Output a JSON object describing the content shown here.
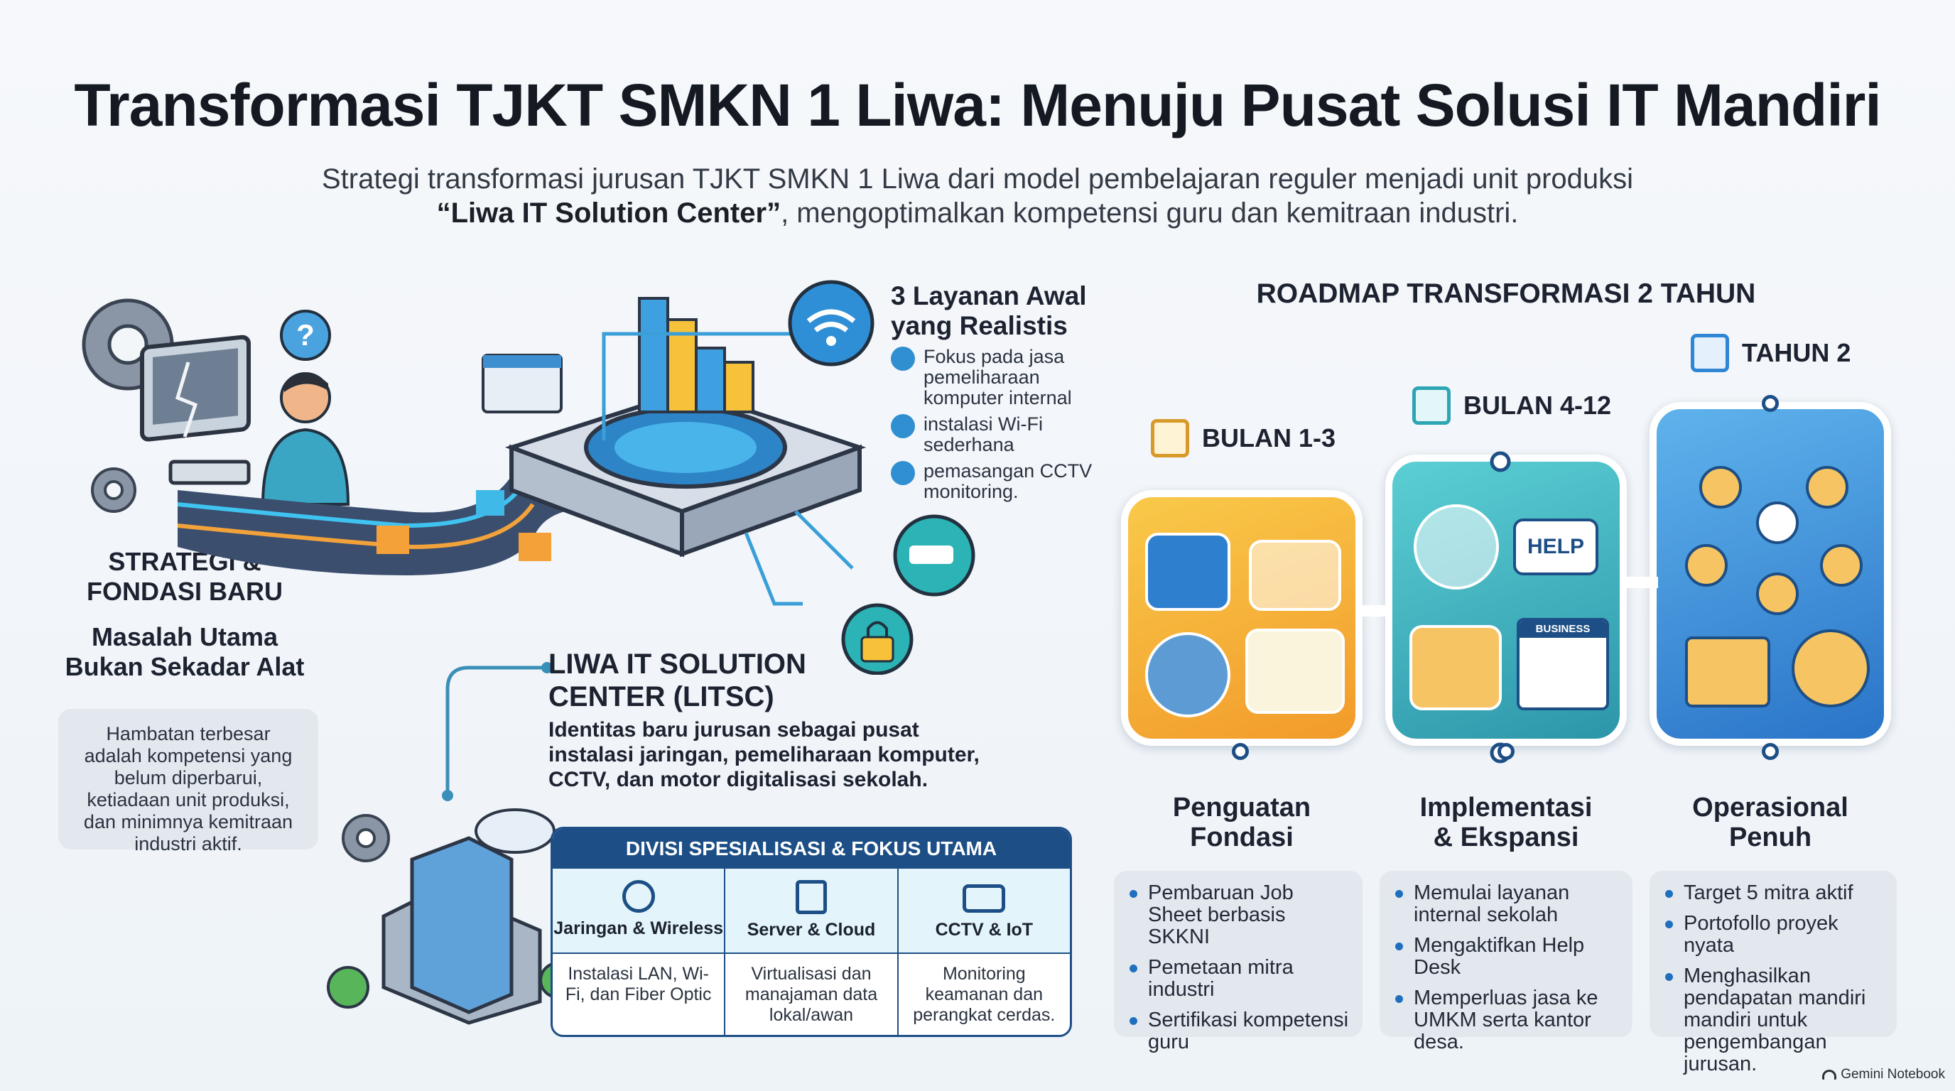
{
  "title": "Transformasi TJKT SMKN 1 Liwa: Menuju Pusat Solusi IT Mandiri",
  "subtitle": {
    "line1": "Strategi transformasi jurusan TJKT SMKN 1 Liwa dari model pembelajaran reguler menjadi unit produksi",
    "line2_bold": "“Liwa IT Solution Center”",
    "line2_rest": ", mengoptimalkan kompetensi guru dan kemitraan industri."
  },
  "strategy": {
    "heading_line1": "STRATEGI &",
    "heading_line2": "FONDASI BARU",
    "problem_line1": "Masalah Utama",
    "problem_line2": "Bukan Sekadar Alat",
    "description": "Hambatan terbesar adalah kompetensi yang belum diperbarui, ketiadaan unit produksi, dan minimnya kemitraan industri aktif."
  },
  "services": {
    "heading_line1": "3 Layanan Awal",
    "heading_line2": "yang Realistis",
    "items": [
      {
        "text": "Fokus pada jasa pemeliharaan komputer internal",
        "icon": "computer-icon"
      },
      {
        "text": "instalasi Wi-Fi sederhana",
        "icon": "wifi-icon"
      },
      {
        "text": "pemasangan CCTV monitoring.",
        "icon": "cctv-icon"
      }
    ]
  },
  "litsc": {
    "heading_line1": "LIWA IT SOLUTION",
    "heading_line2": "CENTER (LITSC)",
    "description": "Identitas baru jurusan sebagai pusat instalasi jaringan, pemeliharaan komputer, CCTV, dan motor digitalisasi sekolah."
  },
  "divisions": {
    "header": "DIVISI SPESIALISASI & FOKUS UTAMA",
    "columns": [
      {
        "name": "Jaringan & Wireless",
        "desc": "Instalasi LAN, Wi-Fi, dan Fiber Optic",
        "icon": "network-icon"
      },
      {
        "name": "Server & Cloud",
        "desc": "Virtualisasi dan manajaman data lokal/awan",
        "icon": "server-icon"
      },
      {
        "name": "CCTV & IoT",
        "desc": "Monitoring keamanan dan perangkat cerdas.",
        "icon": "cctv-lock-icon"
      }
    ]
  },
  "roadmap": {
    "heading": "ROADMAP TRANSFORMASI 2 TAHUN",
    "phases": [
      {
        "period": "BULAN 1-3",
        "name_line1": "Penguatan",
        "name_line2": "Fondasi",
        "bullets": [
          "Pembaruan Job Sheet berbasis SKKNI",
          "Pemetaan mitra industri",
          "Sertifikasi kompetensi guru"
        ]
      },
      {
        "period": "BULAN 4-12",
        "name_line1": "Implementasi",
        "name_line2": "& Ekspansi",
        "bullets": [
          "Memulai layanan internal sekolah",
          "Mengaktifkan Help Desk",
          "Memperluas jasa ke UMKM serta kantor desa."
        ],
        "help_label": "HELP",
        "business_label": "BUSINESS"
      },
      {
        "period": "TAHUN 2",
        "name_line1": "Operasional",
        "name_line2": "Penuh",
        "bullets": [
          "Target 5 mitra aktif",
          "Portofollo proyek nyata",
          "Menghasilkan pendapatan mandiri mandiri untuk pengembangan jurusan."
        ]
      }
    ]
  },
  "branding": "Gemini Notebook",
  "colors": {
    "phase1": "#f4b02d",
    "phase2": "#2ea5b3",
    "phase3": "#2e86d4",
    "accent": "#1f6fbf",
    "header_bar": "#1d4f86"
  }
}
